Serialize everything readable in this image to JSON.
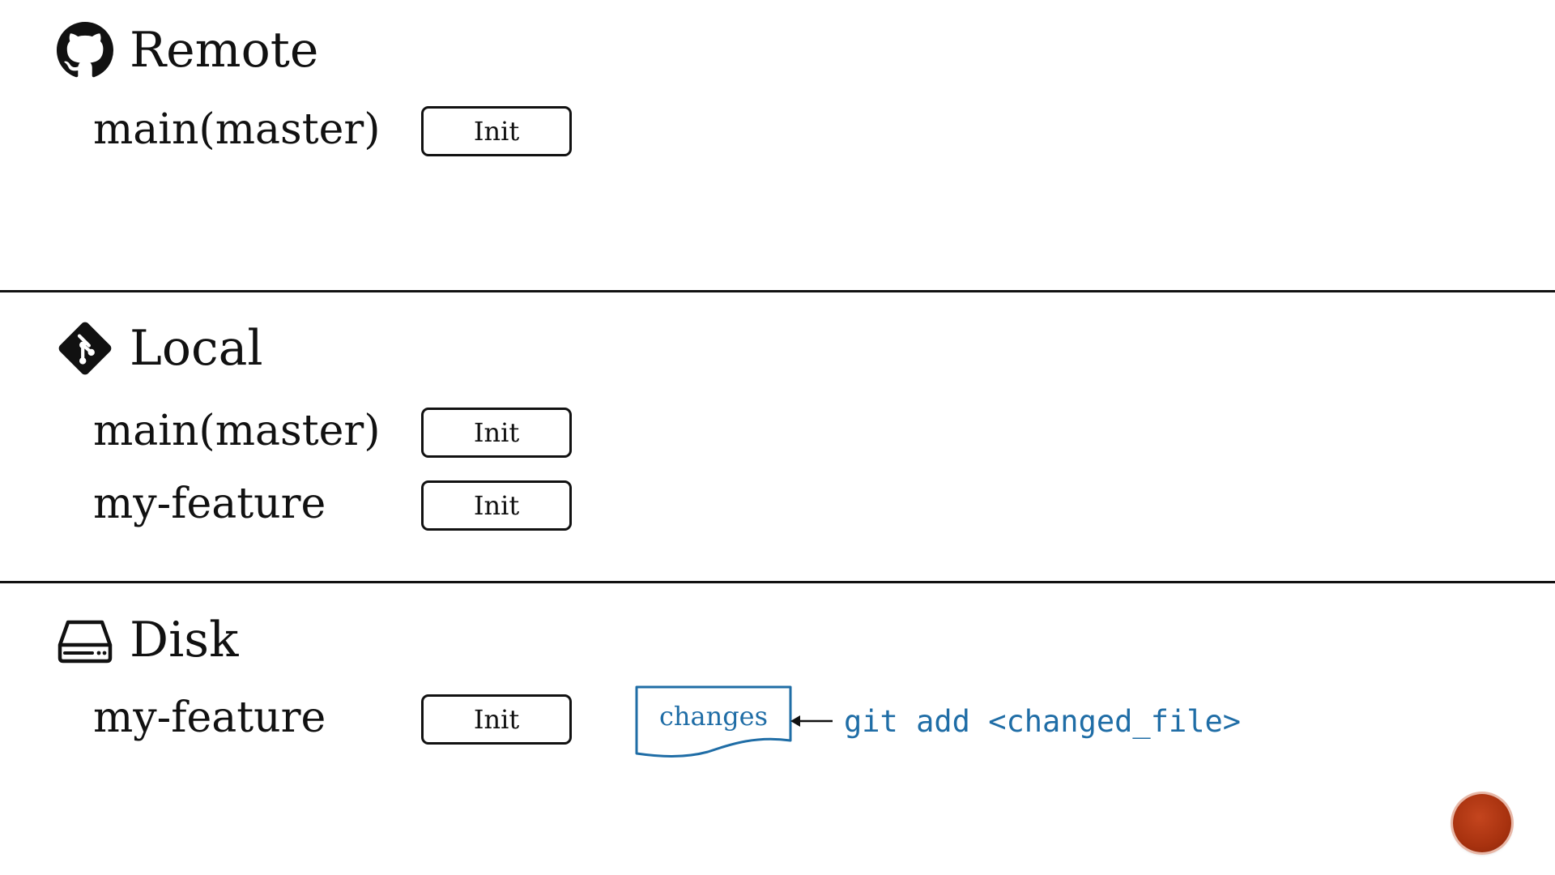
{
  "sections": {
    "remote": {
      "title": "Remote",
      "icon": "github-icon",
      "rows": [
        {
          "branch": "main(master)",
          "commit": "Init"
        }
      ]
    },
    "local": {
      "title": "Local",
      "icon": "git-icon",
      "rows": [
        {
          "branch": "main(master)",
          "commit": "Init"
        },
        {
          "branch": "my-feature",
          "commit": "Init"
        }
      ]
    },
    "disk": {
      "title": "Disk",
      "icon": "hard-drive-icon",
      "rows": [
        {
          "branch": "my-feature",
          "commit": "Init"
        }
      ],
      "changes_label": "changes",
      "command": "git add <changed_file>"
    }
  },
  "colors": {
    "text": "#111111",
    "accent": "#1f6da6",
    "record_button": "#a8320f"
  }
}
